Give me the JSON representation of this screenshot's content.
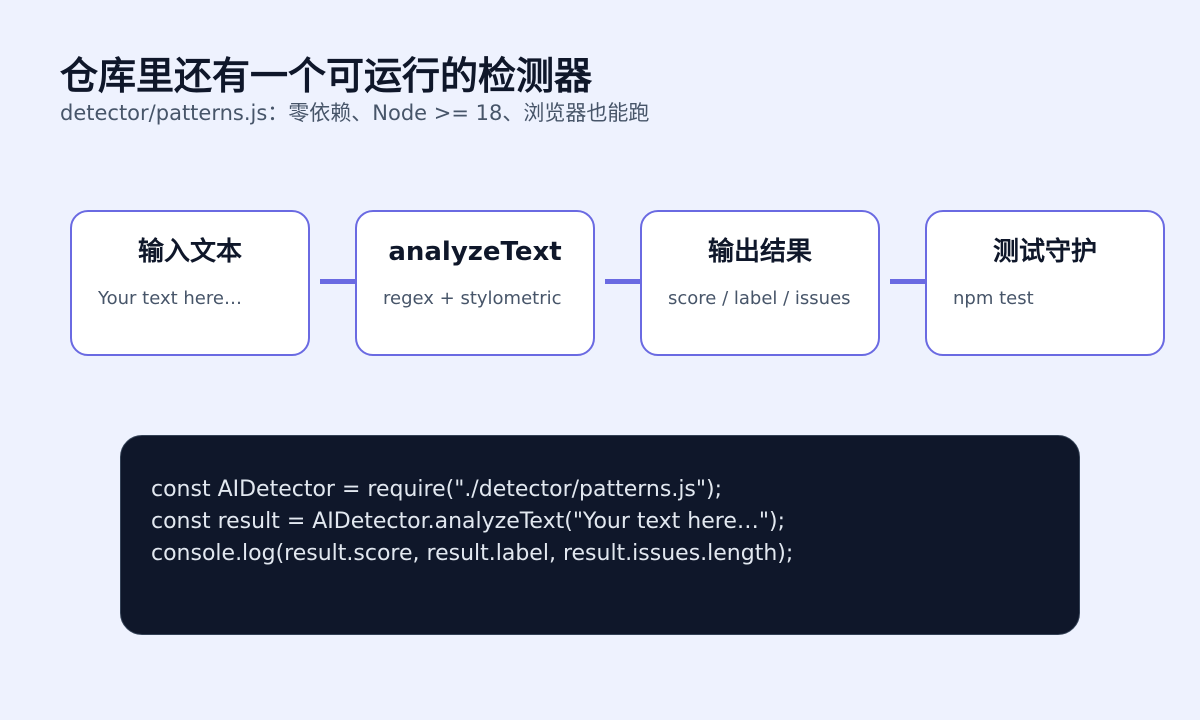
{
  "header": {
    "title": "仓库里还有一个可运行的检测器",
    "subtitle": "detector/patterns.js：零依赖、Node >= 18、浏览器也能跑"
  },
  "pipeline": {
    "steps": [
      {
        "title": "输入文本",
        "desc": "Your text here…"
      },
      {
        "title": "analyzeText",
        "desc": "regex + stylometric"
      },
      {
        "title": "输出结果",
        "desc": "score / label / issues"
      },
      {
        "title": "测试守护",
        "desc": "npm test"
      }
    ]
  },
  "code": {
    "lines": [
      "const AIDetector = require(\"./detector/patterns.js\");",
      "const result = AIDetector.analyzeText(\"Your text here…\");",
      "console.log(result.score, result.label, result.issues.length);"
    ]
  },
  "colors": {
    "background": "#eef2fe",
    "accent": "#6a6ae2",
    "code_background": "#0f172a"
  }
}
